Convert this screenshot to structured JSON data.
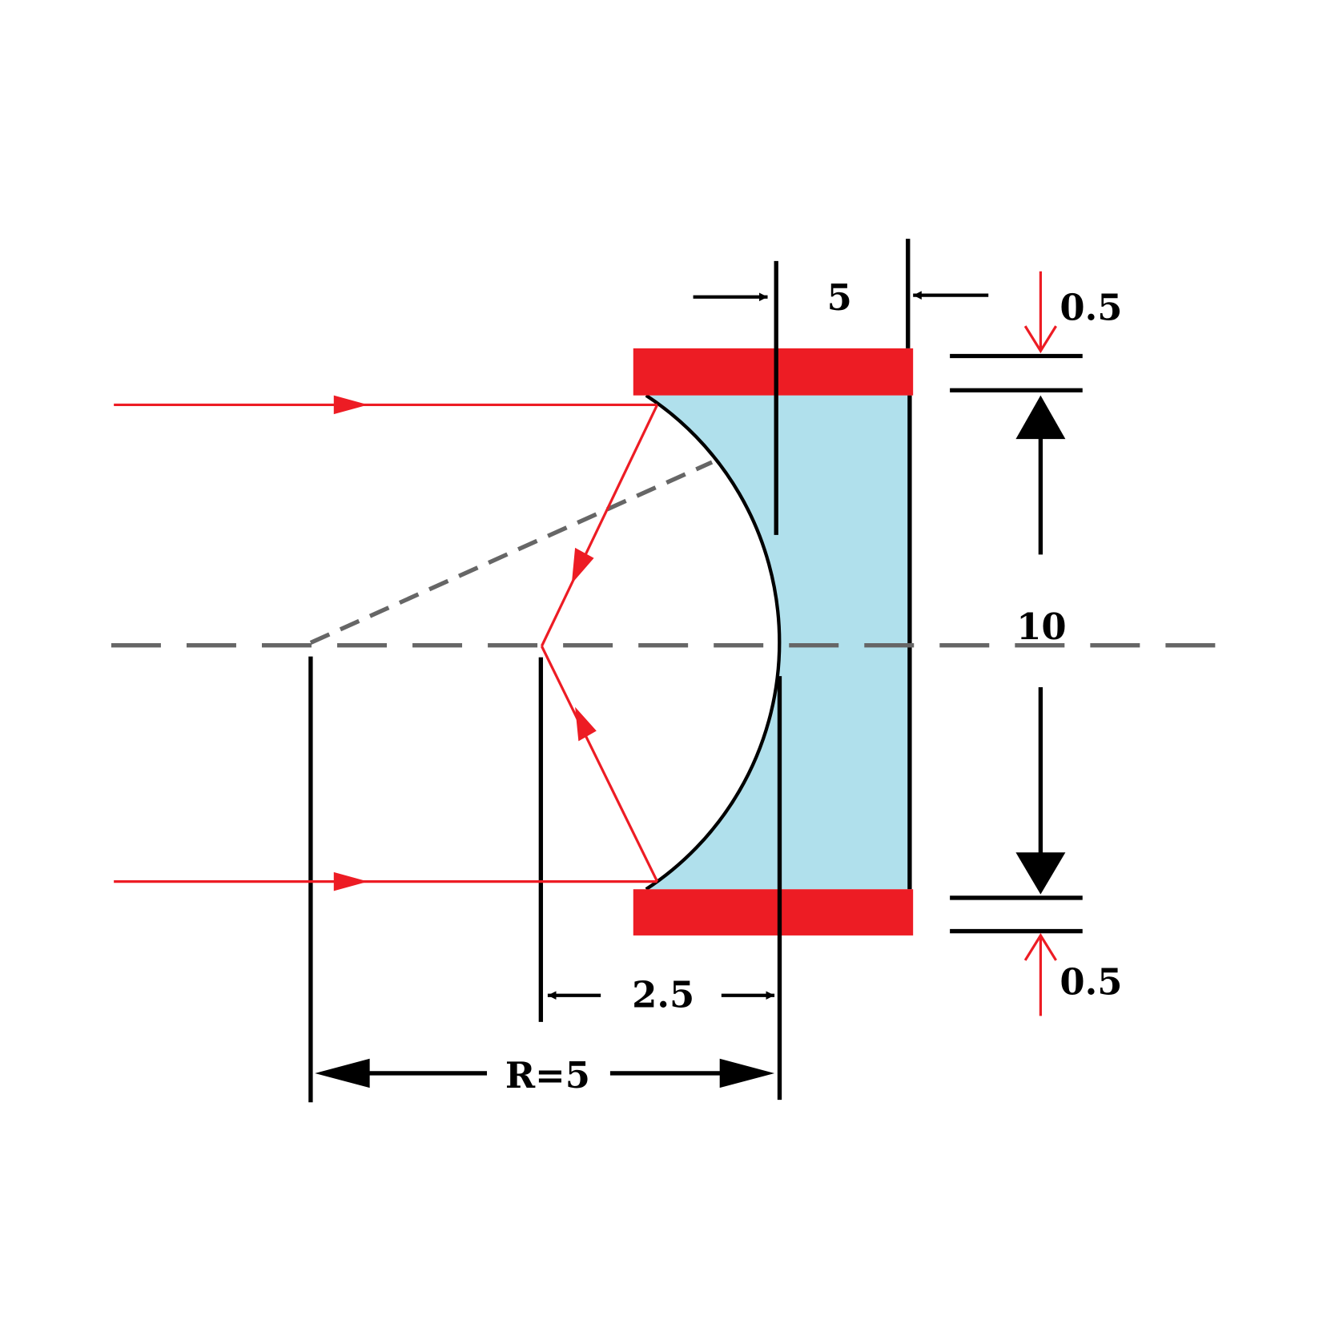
{
  "labels": {
    "top_width": "5",
    "top_thickness": "0.5",
    "height": "10",
    "bottom_thickness": "0.5",
    "sag": "2.5",
    "radius": "R=5"
  },
  "colors": {
    "mount": "#ed1c24",
    "lens": "#b0e0ec",
    "ray": "#ed1c24",
    "axis": "#666666",
    "line": "#000000"
  }
}
